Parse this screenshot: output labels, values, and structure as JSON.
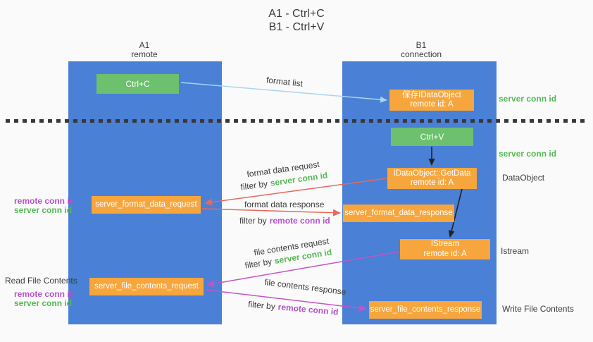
{
  "title": {
    "line1": "A1 - Ctrl+C",
    "line2": "B1 - Ctrl+V"
  },
  "lifelines": {
    "left": {
      "name": "A1",
      "role": "remote"
    },
    "right": {
      "name": "B1",
      "role": "connection"
    }
  },
  "nodes": {
    "ctrl_c": {
      "label": "Ctrl+C"
    },
    "save_idataobject": {
      "line1": "保存IDataObject",
      "line2": "remote id: A"
    },
    "ctrl_v": {
      "label": "Ctrl+V"
    },
    "getdata": {
      "line1": "IDataObject::GetData",
      "line2": "remote id: A"
    },
    "server_format_data_request": {
      "label": "server_format_data_request"
    },
    "server_format_data_response": {
      "label": "server_format_data_response"
    },
    "istream": {
      "line1": "IStream",
      "line2": "remote id: A"
    },
    "server_file_contents_request": {
      "label": "server_file_contents_request"
    },
    "server_file_contents_response": {
      "label": "server_file_contents_response"
    }
  },
  "labels": {
    "server_conn_id": "server conn id",
    "remote_conn_id": "remote conn id",
    "filter_by": "filter by",
    "dataobject": "DataObject",
    "istream": "Istream",
    "read_file_contents": "Read File Contents",
    "write_file_contents": "Write File Contents",
    "format_list": "format list",
    "format_data_request": "format data request",
    "format_data_response": "format data response",
    "file_contents_request": "file contents request",
    "file_contents_response": "file contents response"
  },
  "colors": {
    "lifeline_blue": "#4a80d5",
    "node_green": "#6dc06d",
    "node_orange": "#f7a63d",
    "green_text": "#53b953",
    "purple_text": "#b551cc",
    "arrow_red": "#e8685e",
    "arrow_magenta": "#c653c6",
    "arrow_blue": "#a9d4ef",
    "arrow_black": "#222222"
  }
}
